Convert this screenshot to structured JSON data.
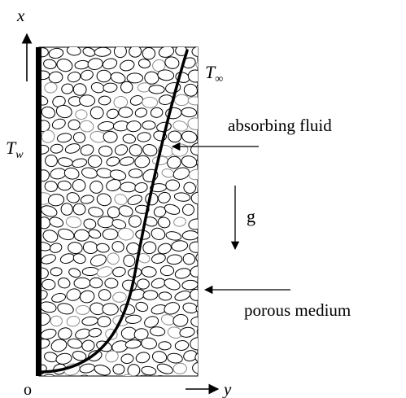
{
  "labels": {
    "x_axis": "x",
    "y_axis": "y",
    "origin": "o",
    "wall_temperature": {
      "main": "T",
      "sub": "w"
    },
    "ambient_temperature": {
      "main": "T",
      "sub": "∞"
    },
    "fluid": "absorbing fluid",
    "gravity": "g",
    "medium": "porous medium"
  },
  "colors": {
    "ink": "#000000",
    "pebble_outline_grey": "#8a8a8a",
    "background": "#ffffff"
  },
  "elements": {
    "wall": "heated-vertical-wall",
    "porous_region": "pebble-packed-porous-medium",
    "profile": "boundary-layer-temperature-profile"
  }
}
